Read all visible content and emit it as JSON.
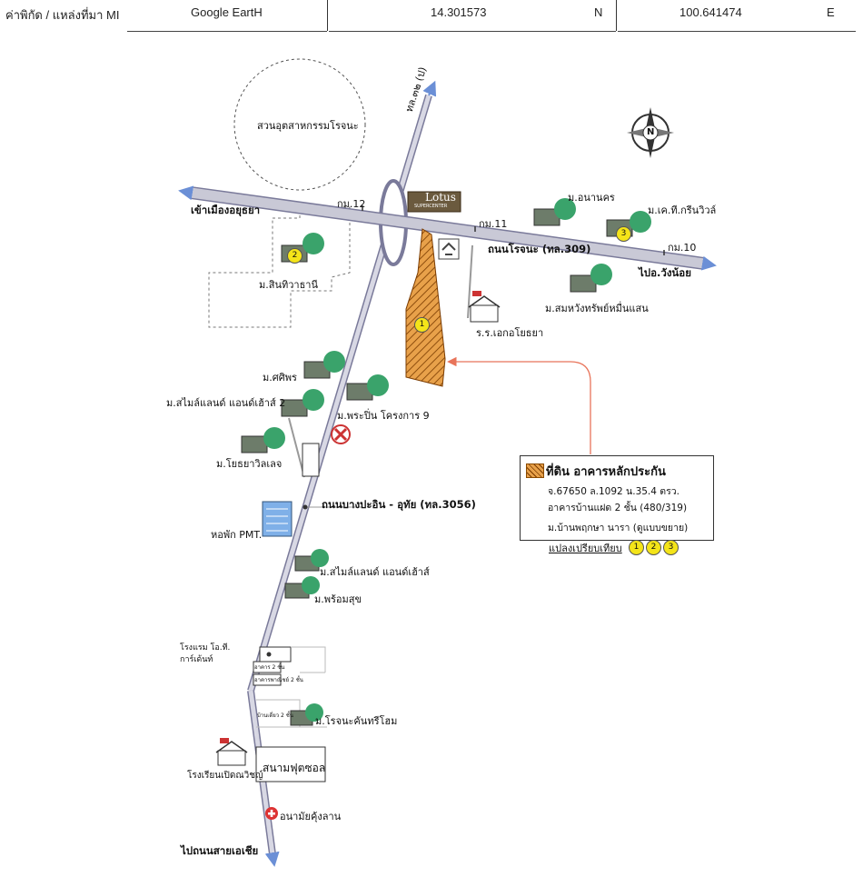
{
  "header": {
    "coord_label": "ค่าพิกัด / แหล่งที่มา MI",
    "source": "Google EartH",
    "latitude": "14.301573",
    "lat_dir": "N",
    "longitude": "100.641474",
    "lon_dir": "E"
  },
  "places": {
    "industrial_park": "สวนอุตสาหกรรมโรจนะ",
    "highway_north": "ทล.๓๒ (ป)",
    "km12": "กม.12",
    "km11": "กม.11",
    "km10": "กม.10",
    "to_ayutthaya": "เข้าเมืองอยุธยา",
    "lotus": "Lotus",
    "lotus_sub": "SUPERCENTER",
    "rojana_road": "ถนนโรจนะ  (ทล.309)",
    "to_wangnoi": "ไปอ.วังน้อย",
    "m_anan": "ม.อนานคร",
    "m_kt_green": "ม.เค.ที.กรีนวิวล์",
    "m_somwang": "ม.สมหวังทรัพย์หมื่นแสน",
    "school_ayutthaya": "ร.ร.เอกอโยธยา",
    "m_sinthani": "ม.สินทิวาธานี",
    "m_sariphon": "ม.ศศิพร",
    "m_smile2": "ม.สไมล์แลนด์ แอนด์เฮ้าส์ 2",
    "m_praphin9": "ม.พระปิ่น โครงการ 9",
    "m_ayutthaya_village": "ม.โยธยาวิลเลจ",
    "bangpa_road": "ถนนบางปะอิน - อุทัย  (ทล.3056)",
    "pmt_dorm": "หอพัก PMT.",
    "m_smile": "ม.สไมล์แลนด์ แอนด์เฮ้าส์",
    "m_promsuk": "ม.พร้อมสุข",
    "hotel": "โรงแรม โอ.ที.",
    "hotel2": "การ์เด้นท์",
    "b1": "อาคาร 2 ชั้น",
    "b2": "อาคารพาณิชย์ 2 ชั้น",
    "b3": "บ้านเดี่ยว 2 ชั้น",
    "m_rojana_garden": "ม.โรจนะคันทรีโฮม",
    "school_panya": "โรงเรียนเปิดณวิชญ์",
    "football": "สนามฟุตซอล",
    "health": "อนามัยคุ้งลาน",
    "to_asia": "ไปถนนสายเอเชีย"
  },
  "legend": {
    "title": "ที่ดิน อาคารหลักประกัน",
    "line1": "จ.67650 ล.1092 น.35.4 ตรว.",
    "line2": "อาคารบ้านแฝด 2 ชั้น (480/319)",
    "line3": "ม.บ้านพฤกษา นารา (ดูแบบขยาย)",
    "compare_label": "แปลงเปรียบเทียบ",
    "compare_numbers": [
      "1",
      "2",
      "3"
    ]
  },
  "markers": {
    "subject": "1",
    "comp2": "2",
    "comp3": "3"
  },
  "compass": {
    "north": "N"
  },
  "colors": {
    "road": "#c9c9d6",
    "road_edge": "#7a7a9a",
    "arrow": "#6b8fd6",
    "subject_fill": "#e8a14a",
    "pointer": "#e8745a",
    "badge": "#f4e419"
  }
}
